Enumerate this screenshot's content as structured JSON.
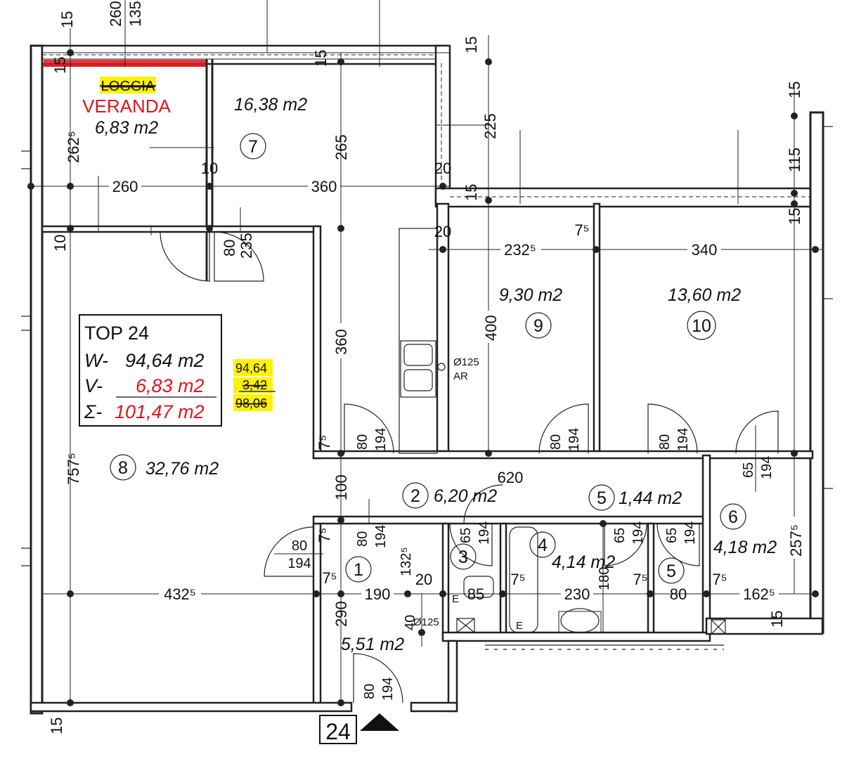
{
  "unit": {
    "label": "TOP 24",
    "w_label": "W-",
    "w_value": "94,64 m2",
    "v_label": "V-",
    "v_value": "6,83 m2",
    "sum_label": "Σ-",
    "sum_value": "101,47 m2",
    "note_w": "94,64",
    "note_v": "3,42",
    "note_sum": "98,06",
    "door_number": "24"
  },
  "rooms": {
    "r1": {
      "num": "1",
      "area": "5,51 m2"
    },
    "r2": {
      "num": "2",
      "area": "6,20 m2"
    },
    "r3": {
      "num": "3"
    },
    "r4": {
      "num": "4",
      "area": "4,14 m2"
    },
    "r5a": {
      "num": "5",
      "area": "1,44 m2"
    },
    "r5b": {
      "num": "5"
    },
    "r6": {
      "num": "6",
      "area": "4,18 m2"
    },
    "r7": {
      "num": "7",
      "area": "16,38 m2"
    },
    "r8": {
      "num": "8",
      "area": "32,76 m2"
    },
    "r9": {
      "num": "9",
      "area": "9,30 m2"
    },
    "r10": {
      "num": "10",
      "area": "13,60 m2"
    },
    "veranda_old": "LOGGIA",
    "veranda_new": "VERANDA",
    "veranda_area": "6,83 m2"
  },
  "kitchen": {
    "vent": "Ø125",
    "ar": "AR"
  },
  "bath_vent": "Ø125",
  "e_marker": "E",
  "dims": {
    "top_260": "260",
    "top_135": "135",
    "top_15": "15",
    "left_15a": "15",
    "left_262": "262⁵",
    "left_10": "10",
    "left_757": "757⁵",
    "left_15b": "15",
    "h_260": "260",
    "h_360": "360",
    "h_10": "10",
    "h_20a": "20",
    "v_265": "265",
    "v_15_logg": "15",
    "door_80_235a": "80",
    "door_80_235b": "235",
    "v_360": "360",
    "v_225": "225",
    "v_15_right_top": "15",
    "v_15_mid": "15",
    "v_115": "115",
    "v_15_r2": "15",
    "v_15_r3": "15",
    "h_20b": "20",
    "h_7_5a": "7⁵",
    "h_232": "232⁵",
    "h_340": "340",
    "v_400": "400",
    "d9_80": "80",
    "d9_194": "194",
    "d10_80": "80",
    "d10_194": "194",
    "d2_80": "80",
    "d2_194": "194",
    "d6_65": "65",
    "d6_194": "194",
    "h_7_5b": "7⁵",
    "h_620": "620",
    "v_100": "100",
    "d1_80": "80",
    "d1_194": "194",
    "d3_65": "65",
    "d3_194": "194",
    "d5_65": "65",
    "d5_194": "194",
    "d5b_65": "65",
    "d5b_194": "194",
    "v_7_5c": "7⁵",
    "v_257": "257⁵",
    "d8_80": "80",
    "d8_194": "194",
    "h_432": "432⁵",
    "h_7_5d": "7⁵",
    "h_190": "190",
    "h_20c": "20",
    "v_132": "132⁵",
    "h_85": "85",
    "h_7_5e": "7⁵",
    "h_230": "230",
    "h_180": "180",
    "h_7_5f": "7⁵",
    "h_80": "80",
    "h_7_5g": "7⁵",
    "h_162": "162⁵",
    "v_290": "290",
    "v_40": "40",
    "de_80": "80",
    "de_194": "194",
    "v_15_low": "15",
    "v_15_bottom": "15"
  }
}
